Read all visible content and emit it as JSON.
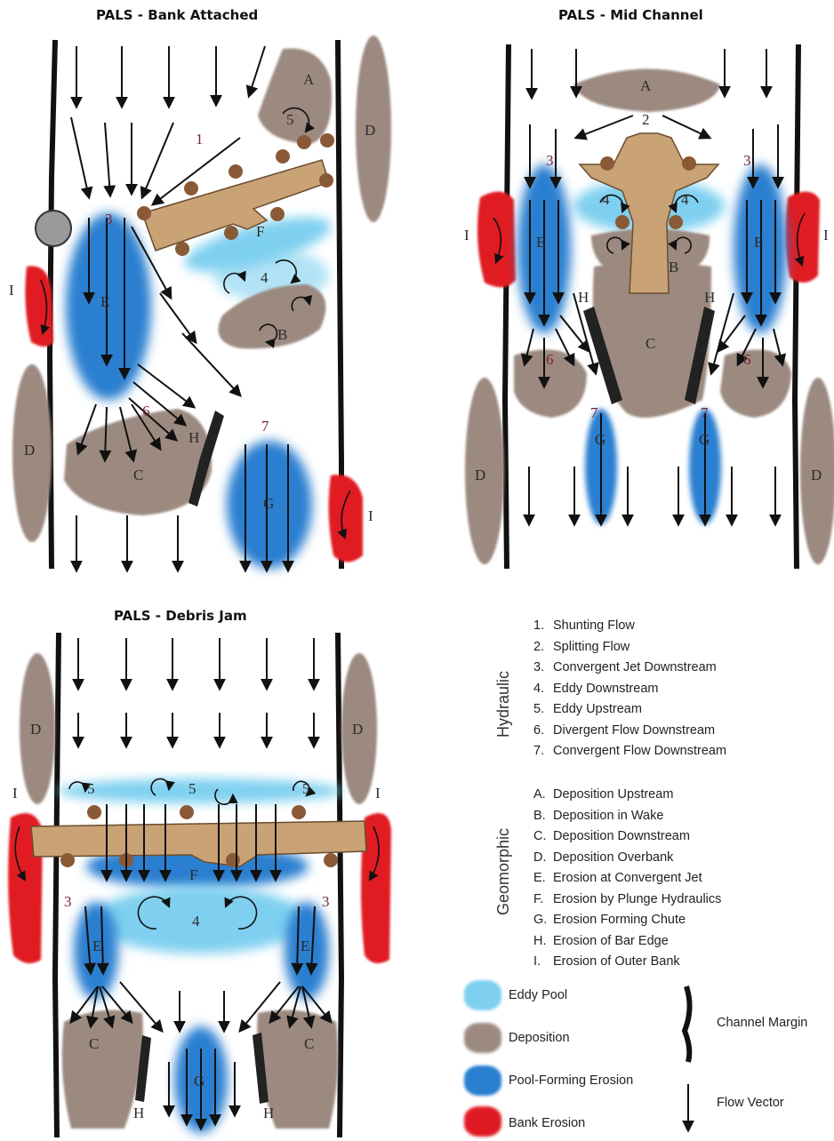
{
  "panels": {
    "bank_attached": {
      "title": "PALS - Bank Attached"
    },
    "mid_channel": {
      "title": "PALS - Mid Channel"
    },
    "debris_jam": {
      "title": "PALS - Debris Jam"
    }
  },
  "legend": {
    "hydraulic_label": "Hydraulic",
    "hydraulic": [
      {
        "key": "1.",
        "text": "Shunting Flow"
      },
      {
        "key": "2.",
        "text": "Splitting Flow"
      },
      {
        "key": "3.",
        "text": "Convergent Jet Downstream"
      },
      {
        "key": "4.",
        "text": "Eddy Downstream"
      },
      {
        "key": "5.",
        "text": "Eddy Upstream"
      },
      {
        "key": "6.",
        "text": "Divergent Flow Downstream"
      },
      {
        "key": "7.",
        "text": "Convergent Flow Downstream"
      }
    ],
    "geomorphic_label": "Geomorphic",
    "geomorphic": [
      {
        "key": "A.",
        "text": "Deposition Upstream"
      },
      {
        "key": "B.",
        "text": "Deposition in Wake"
      },
      {
        "key": "C.",
        "text": "Deposition Downstream"
      },
      {
        "key": "D.",
        "text": "Deposition Overbank"
      },
      {
        "key": "E.",
        "text": "Erosion at Convergent Jet"
      },
      {
        "key": "F.",
        "text": "Erosion by Plunge Hydraulics"
      },
      {
        "key": "G.",
        "text": "Erosion Forming Chute"
      },
      {
        "key": "H.",
        "text": "Erosion of Bar Edge"
      },
      {
        "key": "I.",
        "text": "Erosion of Outer Bank"
      }
    ],
    "swatches": [
      {
        "label": "Eddy Pool",
        "color": "#7fd0f0"
      },
      {
        "label": "Deposition",
        "color": "#9c8a80"
      },
      {
        "label": "Pool-Forming Erosion",
        "color": "#2a7fd0"
      },
      {
        "label": "Bank Erosion",
        "color": "#e01a24"
      }
    ],
    "symbols": [
      {
        "label": "Channel Margin"
      },
      {
        "label": "Flow Vector"
      }
    ]
  },
  "colors": {
    "eddy": "#7fd0f0",
    "deposition": "#9c8a80",
    "erosion": "#2a7fd0",
    "bank_erosion": "#e01a24",
    "wood": "#c9a276",
    "wood_knob": "#8a5a36"
  },
  "labels": {
    "n1": "1",
    "n2": "2",
    "n3": "3",
    "n4": "4",
    "n5": "5",
    "n6": "6",
    "n7": "7",
    "A": "A",
    "B": "B",
    "C": "C",
    "D": "D",
    "E": "E",
    "F": "F",
    "G": "G",
    "H": "H",
    "I": "I"
  }
}
